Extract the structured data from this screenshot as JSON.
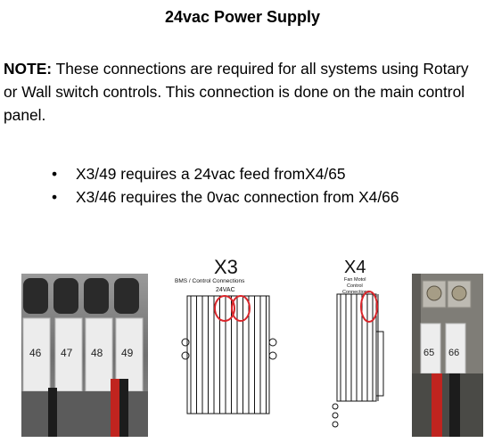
{
  "title": "24vac Power Supply",
  "note": {
    "label": "NOTE:",
    "text": " These connections are required for all systems using Rotary or Wall switch controls. This connection is done on the main control panel."
  },
  "bullets": [
    "X3/49 requires a 24vac feed fromX4/65",
    "X3/46 requires the 0vac connection from X4/66"
  ],
  "photo_left": {
    "terminal_labels": [
      "46",
      "47",
      "48",
      "49"
    ]
  },
  "diagram_x3": {
    "heading": "X3",
    "subtitle": "BMS / Control Connections",
    "label": "24VAC"
  },
  "diagram_x4": {
    "heading": "X4",
    "subtitle_1": "Fan Motol",
    "subtitle_2": "Control",
    "subtitle_3": "Connections"
  },
  "photo_right": {
    "terminal_labels": [
      "65",
      "66"
    ]
  },
  "colors": {
    "highlight_circle": "#d9262b",
    "red_wire": "#c0241f",
    "black_wire": "#1c1c1c",
    "terminal_label_bg": "#e9e9e9"
  }
}
